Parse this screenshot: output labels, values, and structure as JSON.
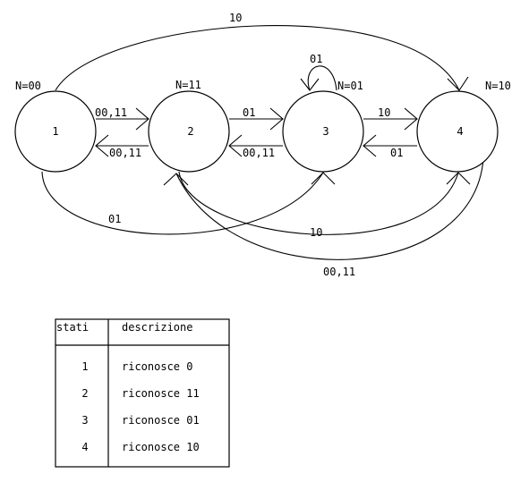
{
  "diagram": {
    "states": [
      {
        "id": "1",
        "label": "1",
        "output": "N=00"
      },
      {
        "id": "2",
        "label": "2",
        "output": "N=11"
      },
      {
        "id": "3",
        "label": "3",
        "output": "N=01"
      },
      {
        "id": "4",
        "label": "4",
        "output": "N=10"
      }
    ],
    "transitions": [
      {
        "from": "1",
        "to": "2",
        "label": "00,11"
      },
      {
        "from": "2",
        "to": "1",
        "label": "00,11"
      },
      {
        "from": "2",
        "to": "3",
        "label": "01"
      },
      {
        "from": "3",
        "to": "2",
        "label": "00,11"
      },
      {
        "from": "3",
        "to": "4",
        "label": "10"
      },
      {
        "from": "4",
        "to": "3",
        "label": "01"
      },
      {
        "from": "3",
        "to": "3",
        "label": "01"
      },
      {
        "from": "1",
        "to": "4",
        "label": "10"
      },
      {
        "from": "1",
        "to": "3",
        "label": "01"
      },
      {
        "from": "2",
        "to": "4",
        "label": "10"
      },
      {
        "from": "4",
        "to": "2",
        "label": "00,11"
      }
    ]
  },
  "table": {
    "headers": [
      "stati",
      "descrizione"
    ],
    "rows": [
      {
        "stato": "1",
        "descrizione": "riconosce 0"
      },
      {
        "stato": "2",
        "descrizione": "riconosce 11"
      },
      {
        "stato": "3",
        "descrizione": "riconosce 01"
      },
      {
        "stato": "4",
        "descrizione": "riconosce 10"
      }
    ]
  }
}
